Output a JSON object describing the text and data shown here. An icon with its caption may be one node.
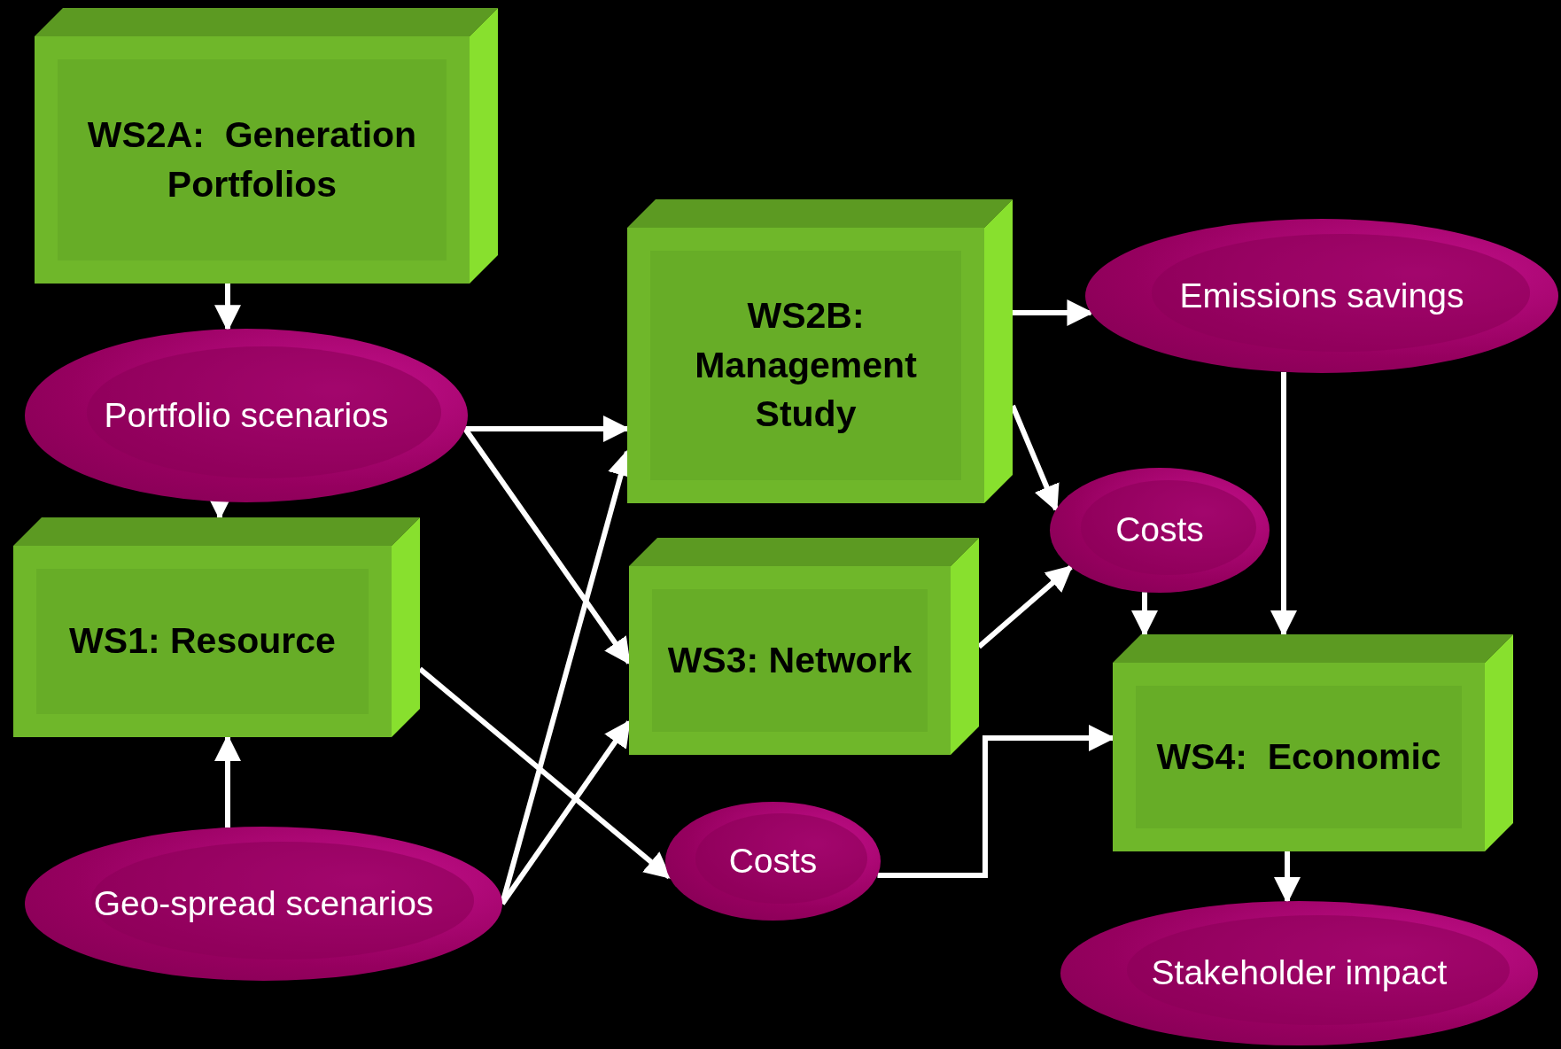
{
  "diagram": {
    "nodes": [
      {
        "text": [
          "WS2A:  Generation Portfolios"
        ]
      },
      {
        "text": [
          "Portfolio scenarios"
        ]
      },
      {
        "text": [
          "WS1: Resource"
        ]
      },
      {
        "text": [
          "Geo-spread scenarios"
        ]
      },
      {
        "text": [
          "WS2B: Management Study"
        ]
      },
      {
        "text": [
          "WS3: Network"
        ]
      },
      {
        "text": [
          "Costs"
        ]
      },
      {
        "text": [
          "Emissions savings"
        ]
      },
      {
        "text": [
          "Costs"
        ]
      },
      {
        "text": [
          "WS4:  Economic"
        ]
      },
      {
        "text": [
          "Stakeholder impact"
        ]
      }
    ],
    "edges": [
      {
        "from": 0,
        "to": 1,
        "arrow": "to"
      },
      {
        "from": 1,
        "to": 2,
        "arrow": "to"
      },
      {
        "from": 3,
        "to": 2,
        "arrow": "to"
      },
      {
        "from": 1,
        "to": 4,
        "arrow": "to"
      },
      {
        "from": 1,
        "to": 5,
        "arrow": "to"
      },
      {
        "from": 3,
        "to": 4,
        "arrow": "to"
      },
      {
        "from": 3,
        "to": 5,
        "arrow": "to"
      },
      {
        "from": 2,
        "to": 6,
        "arrow": "to"
      },
      {
        "from": 4,
        "to": 7,
        "arrow": "to"
      },
      {
        "from": 4,
        "to": 8,
        "arrow": "to"
      },
      {
        "from": 5,
        "to": 8,
        "arrow": "to"
      },
      {
        "from": 8,
        "to": 9,
        "arrow": "to"
      },
      {
        "from": 7,
        "to": 9,
        "arrow": "to"
      },
      {
        "from": 6,
        "to": 9,
        "arrow": "to"
      },
      {
        "from": 9,
        "to": 10,
        "arrow": "to"
      }
    ]
  }
}
